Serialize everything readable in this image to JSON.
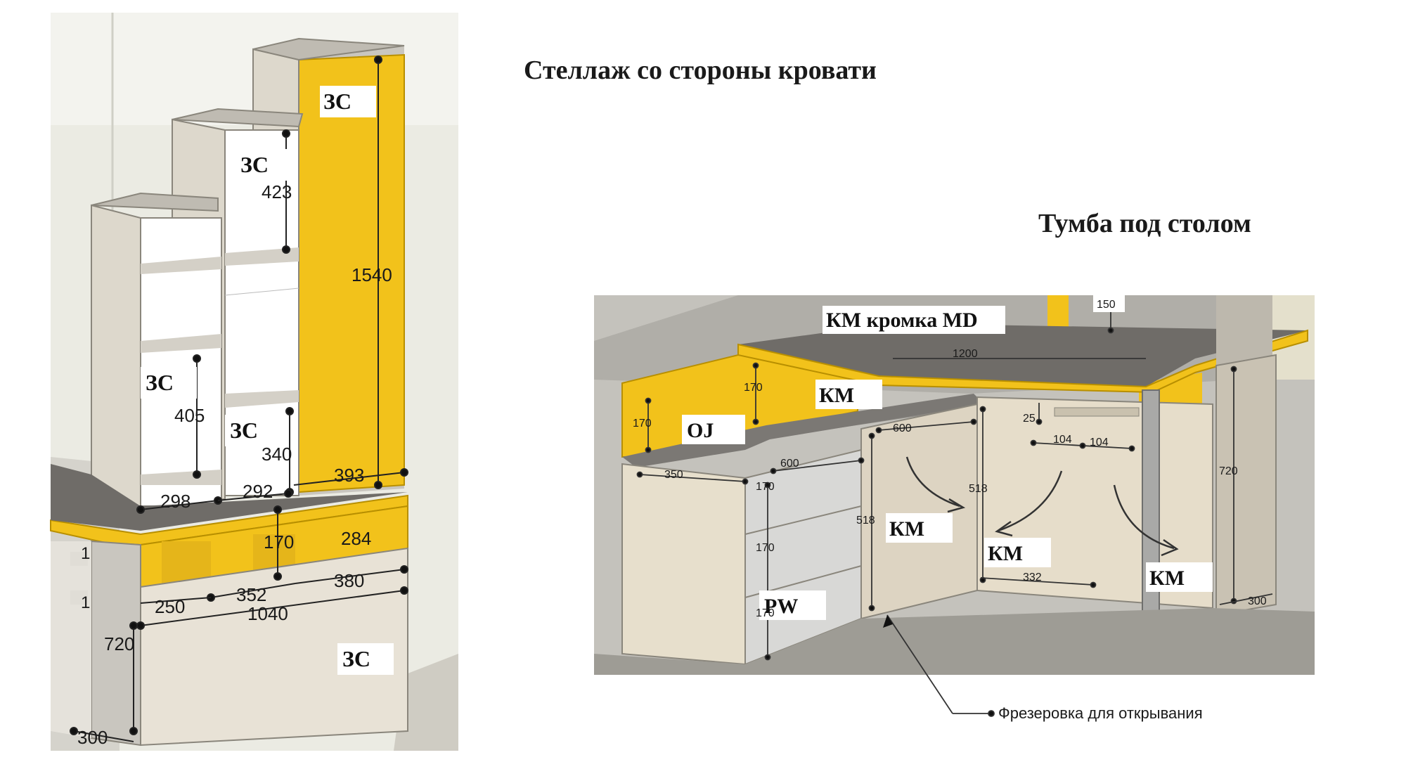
{
  "titles": {
    "left": "Стеллаж со стороны кровати",
    "right": "Тумба под столом"
  },
  "shelf_labels": {
    "zc_tall": "ЗС",
    "zc_middle": "ЗС",
    "zc_left": "ЗС",
    "zc_inner": "ЗС",
    "zc_bottom": "ЗС"
  },
  "shelf_dims": {
    "d423": "423",
    "d1540": "1540",
    "d405": "405",
    "d340": "340",
    "d393": "393",
    "d298": "298",
    "d292": "292",
    "d170": "170",
    "d284": "284",
    "d380": "380",
    "d352": "352",
    "d250": "250",
    "d1040": "1040",
    "d720": "720",
    "d300": "300",
    "d1a": "1",
    "d1b": "1"
  },
  "desk_labels": {
    "km_edge": "КМ кромка MD",
    "km_top": "КМ",
    "oj": "OJ",
    "km_door1": "КМ",
    "km_door2": "КМ",
    "km_side": "КМ",
    "pw": "PW"
  },
  "desk_dims": {
    "d150": "150",
    "d1200": "1200",
    "d170a": "170",
    "d170b": "170",
    "d600a": "600",
    "d600b": "600",
    "d25": "25",
    "d104a": "104",
    "d104b": "104",
    "d350": "350",
    "d170c": "170",
    "d170d": "170",
    "d170e": "170",
    "d518a": "518",
    "d518b": "518",
    "d332": "332",
    "d720": "720",
    "d300": "300"
  },
  "note": "Фрезеровка для открывания",
  "colors": {
    "yellow": "#f2c21b",
    "light_panel": "#e8e2d6",
    "grey_panel": "#c9c6bf",
    "dark_top": "#6f6c68",
    "wall": "#ebebe3"
  }
}
